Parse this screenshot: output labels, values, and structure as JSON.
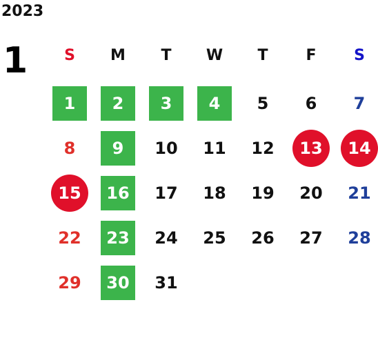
{
  "calendar": {
    "year": "2023",
    "month": "1",
    "weekdays": [
      {
        "label": "S",
        "color": "#e0102a"
      },
      {
        "label": "M",
        "color": "#111111"
      },
      {
        "label": "T",
        "color": "#111111"
      },
      {
        "label": "W",
        "color": "#111111"
      },
      {
        "label": "T",
        "color": "#111111"
      },
      {
        "label": "F",
        "color": "#111111"
      },
      {
        "label": "S",
        "color": "#1414c8"
      }
    ],
    "weeks": [
      [
        {
          "day": "1",
          "style": "green"
        },
        {
          "day": "2",
          "style": "green"
        },
        {
          "day": "3",
          "style": "green"
        },
        {
          "day": "4",
          "style": "green"
        },
        {
          "day": "5",
          "style": "plain"
        },
        {
          "day": "6",
          "style": "plain"
        },
        {
          "day": "7",
          "style": "plain"
        }
      ],
      [
        {
          "day": "8",
          "style": "plain"
        },
        {
          "day": "9",
          "style": "green"
        },
        {
          "day": "10",
          "style": "plain"
        },
        {
          "day": "11",
          "style": "plain"
        },
        {
          "day": "12",
          "style": "plain"
        },
        {
          "day": "13",
          "style": "red"
        },
        {
          "day": "14",
          "style": "red"
        }
      ],
      [
        {
          "day": "15",
          "style": "red"
        },
        {
          "day": "16",
          "style": "green"
        },
        {
          "day": "17",
          "style": "plain"
        },
        {
          "day": "18",
          "style": "plain"
        },
        {
          "day": "19",
          "style": "plain"
        },
        {
          "day": "20",
          "style": "plain"
        },
        {
          "day": "21",
          "style": "plain"
        }
      ],
      [
        {
          "day": "22",
          "style": "plain"
        },
        {
          "day": "23",
          "style": "green"
        },
        {
          "day": "24",
          "style": "plain"
        },
        {
          "day": "25",
          "style": "plain"
        },
        {
          "day": "26",
          "style": "plain"
        },
        {
          "day": "27",
          "style": "plain"
        },
        {
          "day": "28",
          "style": "plain"
        }
      ],
      [
        {
          "day": "29",
          "style": "plain"
        },
        {
          "day": "30",
          "style": "green"
        },
        {
          "day": "31",
          "style": "plain"
        }
      ]
    ],
    "colors": {
      "sunday": "#e0302a",
      "saturday": "#1f3f9a",
      "weekday": "#111111",
      "green": "#3cb44b",
      "red": "#e0102a"
    }
  }
}
